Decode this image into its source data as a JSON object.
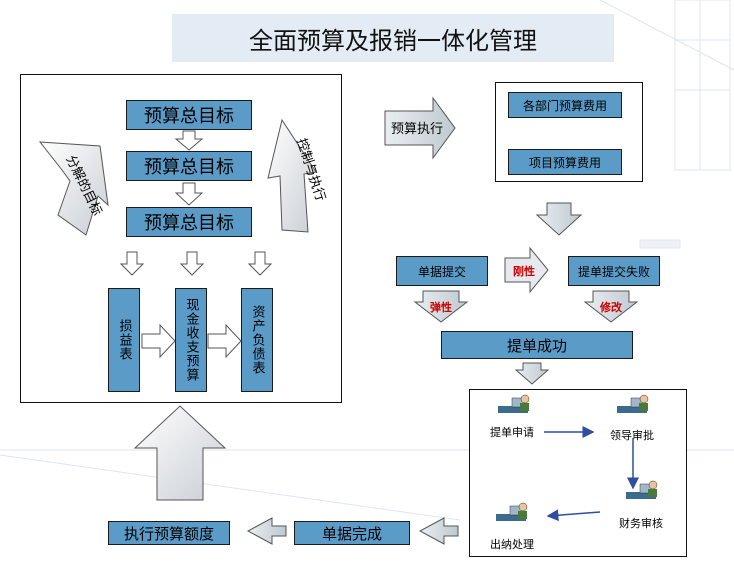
{
  "title": "全面预算及报销一体化管理",
  "left_panel": {
    "targets": [
      "预算总目标",
      "预算总目标",
      "预算总目标"
    ],
    "left_arrow_text": "分解的目标",
    "right_arrow_text": "控制与执行",
    "statements": [
      "损益表",
      "现金收支预算",
      "资产负债表"
    ]
  },
  "execution": {
    "arrow_label": "预算执行",
    "dept_cost": "各部门预算费用",
    "project_cost": "项目预算费用"
  },
  "submit_flow": {
    "submit": "单据提交",
    "rigid": "刚性",
    "failed": "提单提交失败",
    "elastic": "弹性",
    "modify": "修改",
    "success": "提单成功"
  },
  "approval": {
    "apply": "提单申请",
    "leader": "领导审批",
    "finance": "财务审核",
    "cashier": "出纳处理"
  },
  "bottom": {
    "exec_quota": "执行预算额度",
    "doc_done": "单据完成"
  }
}
